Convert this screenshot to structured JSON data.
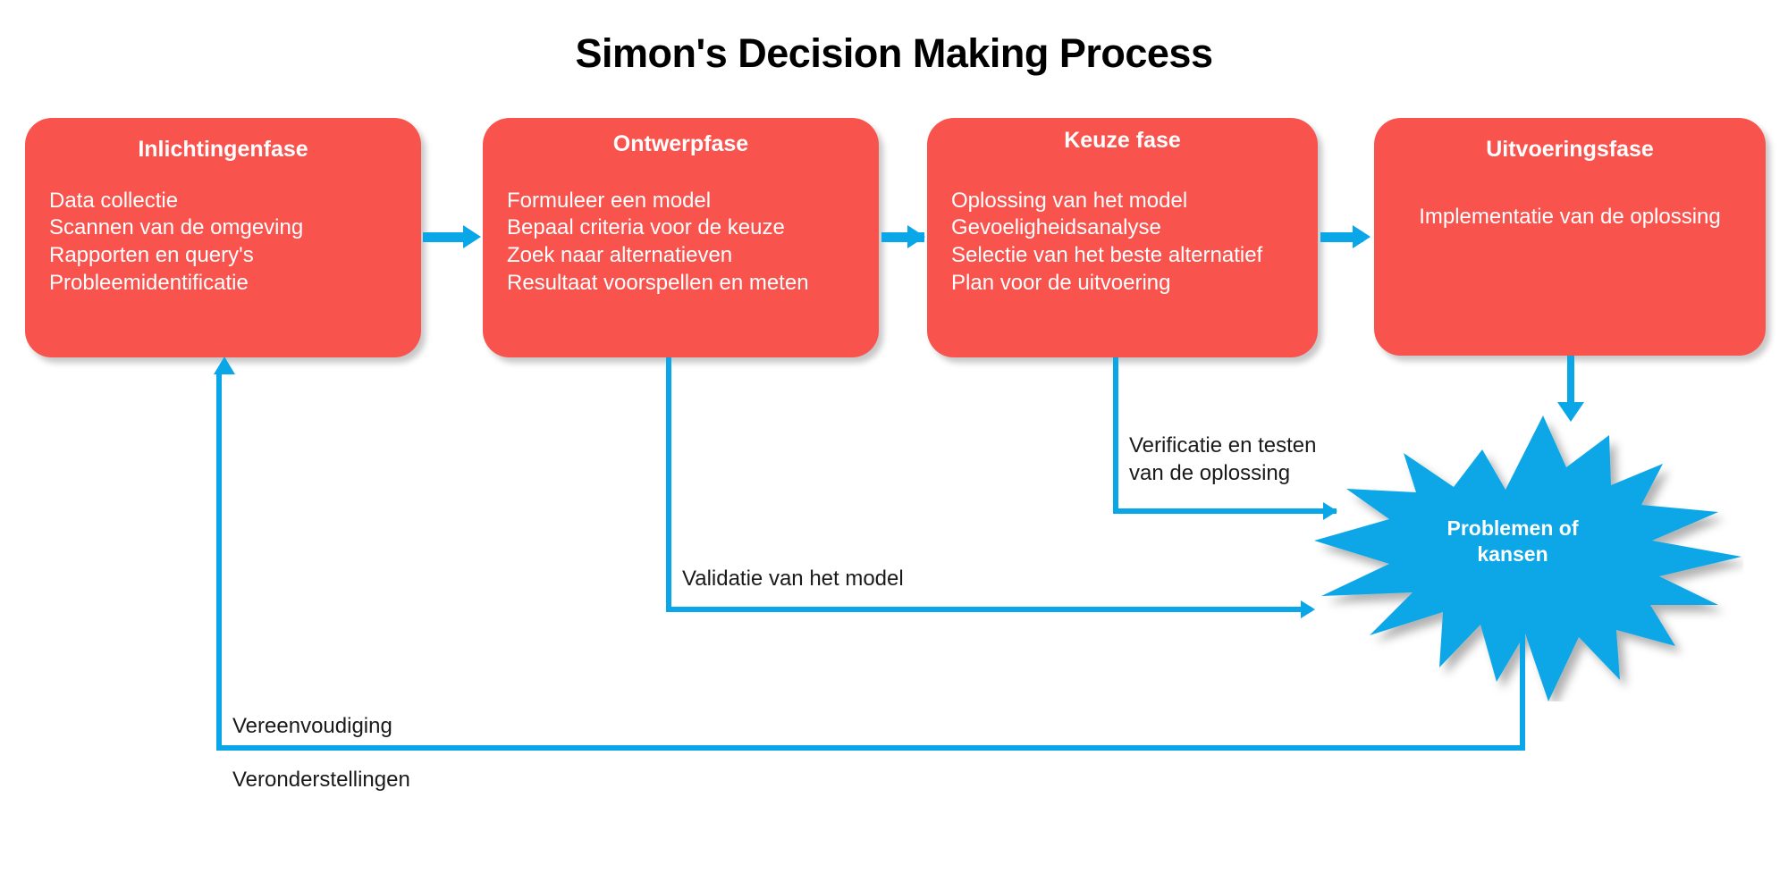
{
  "title": "Simon's Decision Making Process",
  "colors": {
    "phase_fill": "#f9534e",
    "connector": "#09a7e8",
    "burst_fill": "#09a7e8",
    "phase_text": "#ffffff",
    "label_text": "#1a1a1a",
    "title_text": "#000000",
    "background": "#ffffff"
  },
  "phases": [
    {
      "id": "inlichtingenfase",
      "title": "Inlichtingenfase",
      "items": [
        "Data collectie",
        "Scannen van de omgeving",
        "Rapporten en query's",
        "Probleemidentificatie"
      ],
      "body": "Data collectie\nScannen van de omgeving\nRapporten en query's\nProbleemidentificatie"
    },
    {
      "id": "ontwerpfase",
      "title": "Ontwerpfase",
      "items": [
        "Formuleer een model",
        "Bepaal criteria voor de keuze",
        "Zoek naar alternatieven",
        "Resultaat voorspellen en meten"
      ],
      "body": "Formuleer een model\nBepaal criteria voor de keuze\nZoek naar alternatieven\nResultaat voorspellen en meten"
    },
    {
      "id": "keuzefase",
      "title": "Keuze fase",
      "items": [
        "Oplossing van het model",
        "Gevoeligheidsanalyse",
        "Selectie van het beste alternatief",
        "Plan voor de uitvoering"
      ],
      "body": "Oplossing van het model\nGevoeligheidsanalyse\nSelectie van het beste alternatief\nPlan voor de uitvoering"
    },
    {
      "id": "uitvoeringsfase",
      "title": "Uitvoeringsfase",
      "items": [
        "Implementatie van de oplossing"
      ],
      "body": "Implementatie van de oplossing"
    }
  ],
  "burst": {
    "label": "Problemen of\nkansen",
    "line1": "Problemen of",
    "line2": "kansen"
  },
  "connector_labels": {
    "verificatie": "Verificatie en testen\nvan de oplossing",
    "validatie": "Validatie van het model",
    "vereenvoudiging": "Vereenvoudiging",
    "veronderstellingen": "Veronderstellingen"
  }
}
